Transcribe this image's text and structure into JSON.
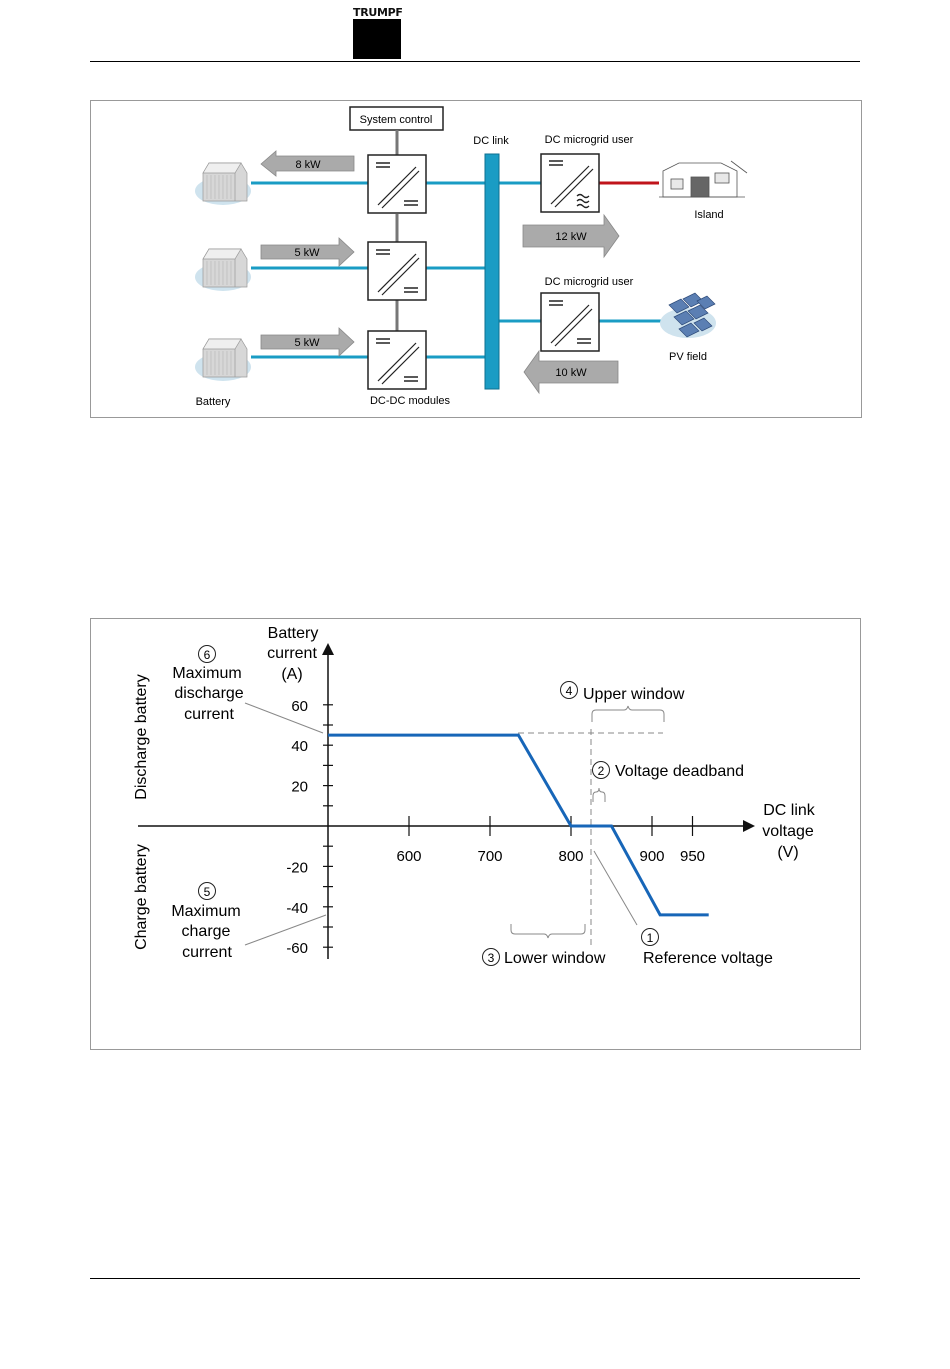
{
  "header": {
    "logo_text": "TRUMPF"
  },
  "figure1": {
    "system_control": "System control",
    "dc_link": "DC link",
    "user1_label": "DC microgrid user",
    "user2_label": "DC microgrid user",
    "island_label": "Island",
    "pv_label": "PV field",
    "battery_label": "Battery",
    "modules_label": "DC-DC modules",
    "flow1": "8 kW",
    "flow2": "5 kW",
    "flow3": "5 kW",
    "flow_user1": "12 kW",
    "flow_user2": "10 kW",
    "colors": {
      "dc_link": "#1a9cc4",
      "ac_line": "#c0141b",
      "arrow": "#aaaaaa"
    }
  },
  "figure2": {
    "y_title": [
      "Battery",
      "current",
      "(A)"
    ],
    "x_title": [
      "DC link",
      "voltage",
      "(V)"
    ],
    "side_top": "Discharge battery",
    "side_bottom": "Charge battery",
    "y_ticks": [
      "60",
      "40",
      "20",
      "-20",
      "-40",
      "-60"
    ],
    "x_ticks": [
      "600",
      "700",
      "800",
      "900",
      "950"
    ],
    "annotations": {
      "n1": "1",
      "n1_text": "Reference voltage",
      "n2": "2",
      "n2_text": "Voltage deadband",
      "n3": "3",
      "n3_text": "Lower window",
      "n4": "4",
      "n4_text": "Upper window",
      "n5": "5",
      "n5_text": [
        "Maximum",
        "charge",
        "current"
      ],
      "n6": "6",
      "n6_text": [
        "Maximum",
        "discharge",
        "current"
      ]
    },
    "curve_color": "#1766b8",
    "chart_data": {
      "type": "line",
      "xlabel": "DC link voltage (V)",
      "ylabel": "Battery current (A)",
      "x": [
        500,
        735,
        800,
        850,
        910,
        970
      ],
      "series": [
        {
          "values": [
            45,
            45,
            0,
            0,
            -44,
            -44
          ]
        }
      ]
    }
  }
}
